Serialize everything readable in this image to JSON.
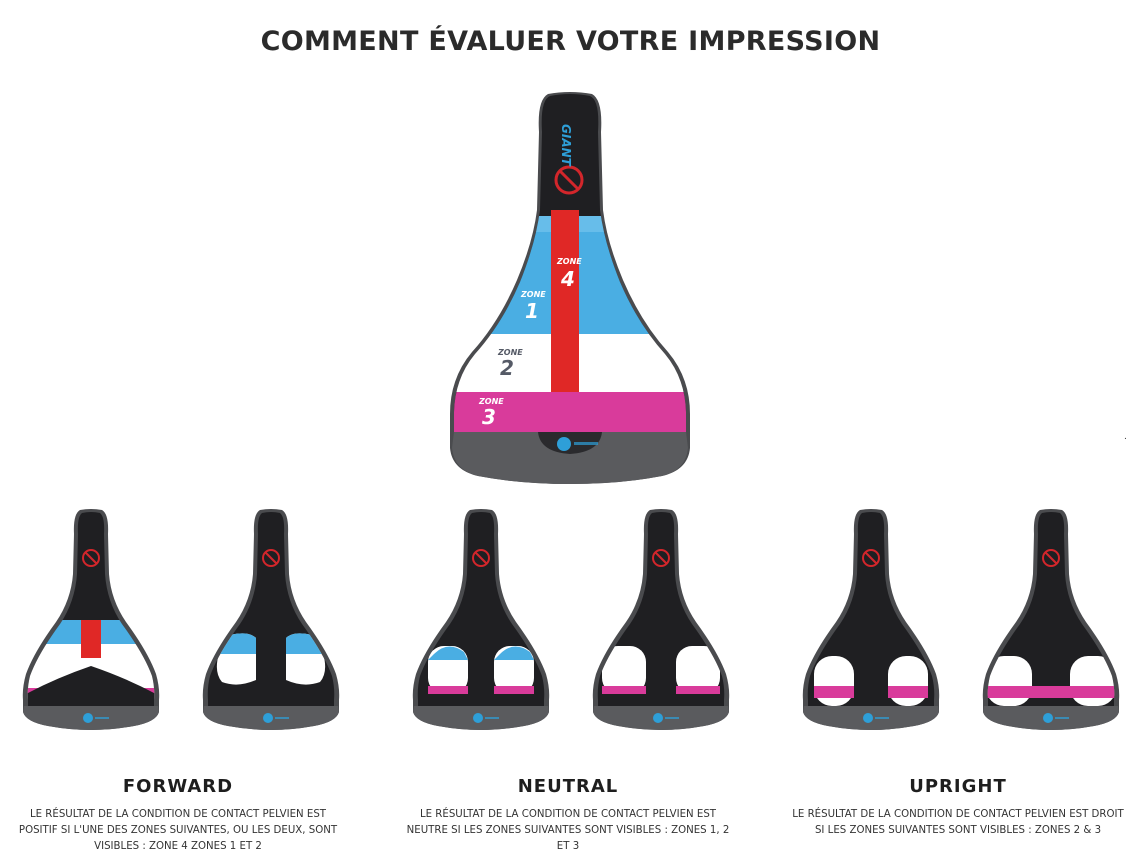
{
  "title": "COMMENT ÉVALUER VOTRE IMPRESSION",
  "colors": {
    "saddle_body": "#1f1f22",
    "saddle_rim": "#4a4b4e",
    "zone1_blue": "#4aaee3",
    "zone2_white": "#ffffff",
    "zone3_magenta": "#d93b9b",
    "zone4_red": "#e02826",
    "logo_blue": "#2e9fd8",
    "no_symbol_red": "#d3262b"
  },
  "hero": {
    "brand": "GIANT",
    "zones": [
      {
        "label": "ZONE",
        "number": "1",
        "color": "#4aaee3"
      },
      {
        "label": "ZONE",
        "number": "2",
        "color": "#ffffff"
      },
      {
        "label": "ZONE",
        "number": "3",
        "color": "#d93b9b"
      },
      {
        "label": "ZONE",
        "number": "4",
        "color": "#e02826"
      }
    ]
  },
  "categories": [
    {
      "name": "FORWARD",
      "description": "LE RÉSULTAT DE LA CONDITION DE CONTACT PELVIEN EST POSITIF SI L'UNE DES ZONES SUIVANTES, OU LES DEUX, SONT VISIBLES : ZONE 4 ZONES 1 ET 2"
    },
    {
      "name": "NEUTRAL",
      "description": "LE RÉSULTAT DE LA CONDITION DE CONTACT PELVIEN EST NEUTRE SI LES ZONES SUIVANTES SONT VISIBLES : ZONES 1, 2 ET 3"
    },
    {
      "name": "UPRIGHT",
      "description": "LE RÉSULTAT DE LA CONDITION DE CONTACT PELVIEN EST DROIT SI LES ZONES SUIVANTES SONT VISIBLES : ZONES 2 & 3"
    }
  ],
  "stray_mark": "."
}
